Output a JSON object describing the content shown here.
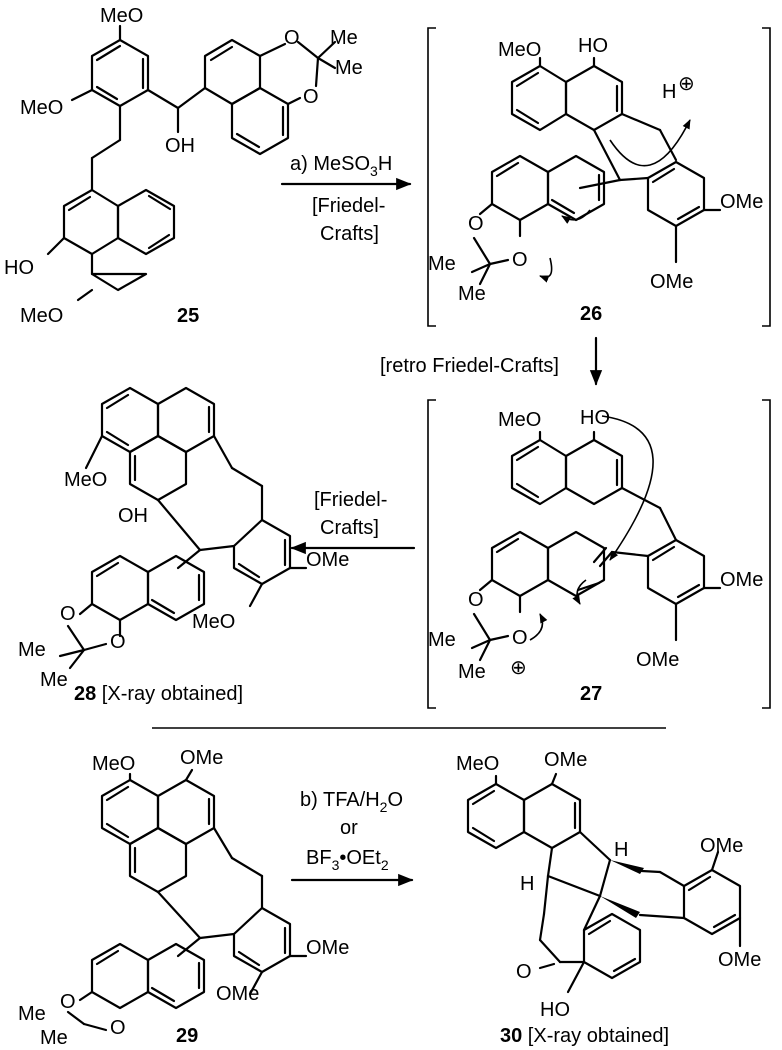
{
  "accent_color": "#000000",
  "background_color": "#ffffff",
  "step1": {
    "reagent_line1": "a) MeSO",
    "reagent_sub": "3",
    "reagent_line1_end": "H",
    "reagent_line2": "[Friedel-",
    "reagent_line3": "Crafts]"
  },
  "step2": {
    "label": "[retro Friedel-Crafts]"
  },
  "step3": {
    "line1": "[Friedel-",
    "line2": "Crafts]"
  },
  "step4": {
    "line1": "b) TFA/H",
    "line1_sub": "2",
    "line1_end": "O",
    "line2": "or",
    "line3": "BF",
    "line3_sub": "3",
    "line3_mid": "•OEt",
    "line3_sub2": "2"
  },
  "compounds": {
    "c25": {
      "number": "25"
    },
    "c26": {
      "number": "26"
    },
    "c27": {
      "number": "27"
    },
    "c28": {
      "number": "28",
      "note": " [X-ray obtained]"
    },
    "c29": {
      "number": "29"
    },
    "c30": {
      "number": "30",
      "note": " [X-ray obtained]"
    }
  },
  "atoms": {
    "meo": "MeO",
    "ome": "OMe",
    "me": "Me",
    "o": "O",
    "oh": "OH",
    "ho": "HO",
    "h": "H",
    "plus": "⊕"
  }
}
